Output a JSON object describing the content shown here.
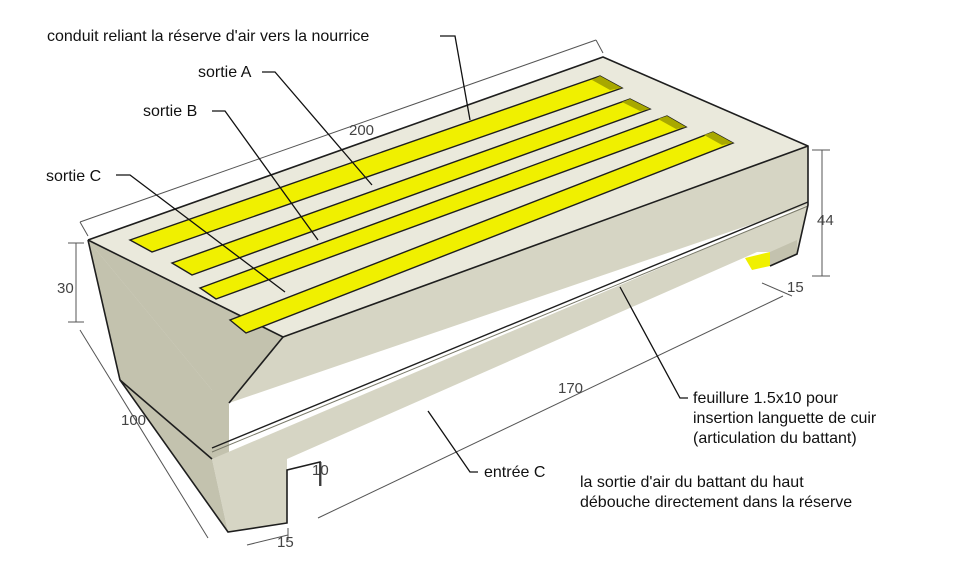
{
  "colors": {
    "body_top": "#eae9dc",
    "body_front": "#d6d5c4",
    "body_side": "#c3c2ae",
    "slot_fill": "#f0f000",
    "slot_inner": "#a8a800",
    "edge": "#1e1e1e",
    "leader": "#111111",
    "dimension_line": "#555555"
  },
  "labels": {
    "conduit": "conduit reliant la réserve d'air vers la nourrice",
    "sortie_a": "sortie A",
    "sortie_b": "sortie B",
    "sortie_c": "sortie C",
    "entree_c": "entrée C",
    "feuillure_line1": "feuillure 1.5x10 pour",
    "feuillure_line2": "insertion languette de cuir",
    "feuillure_line3": "(articulation du battant)",
    "note_line1": "la sortie d'air du battant du haut",
    "note_line2": "débouche directement dans la réserve"
  },
  "dimensions": {
    "length_top": "200",
    "height_right": "44",
    "height_left": "30",
    "depth_left": "100",
    "length_front": "170",
    "foot_width_right": "15",
    "foot_width_left": "15",
    "foot_height": "10"
  }
}
